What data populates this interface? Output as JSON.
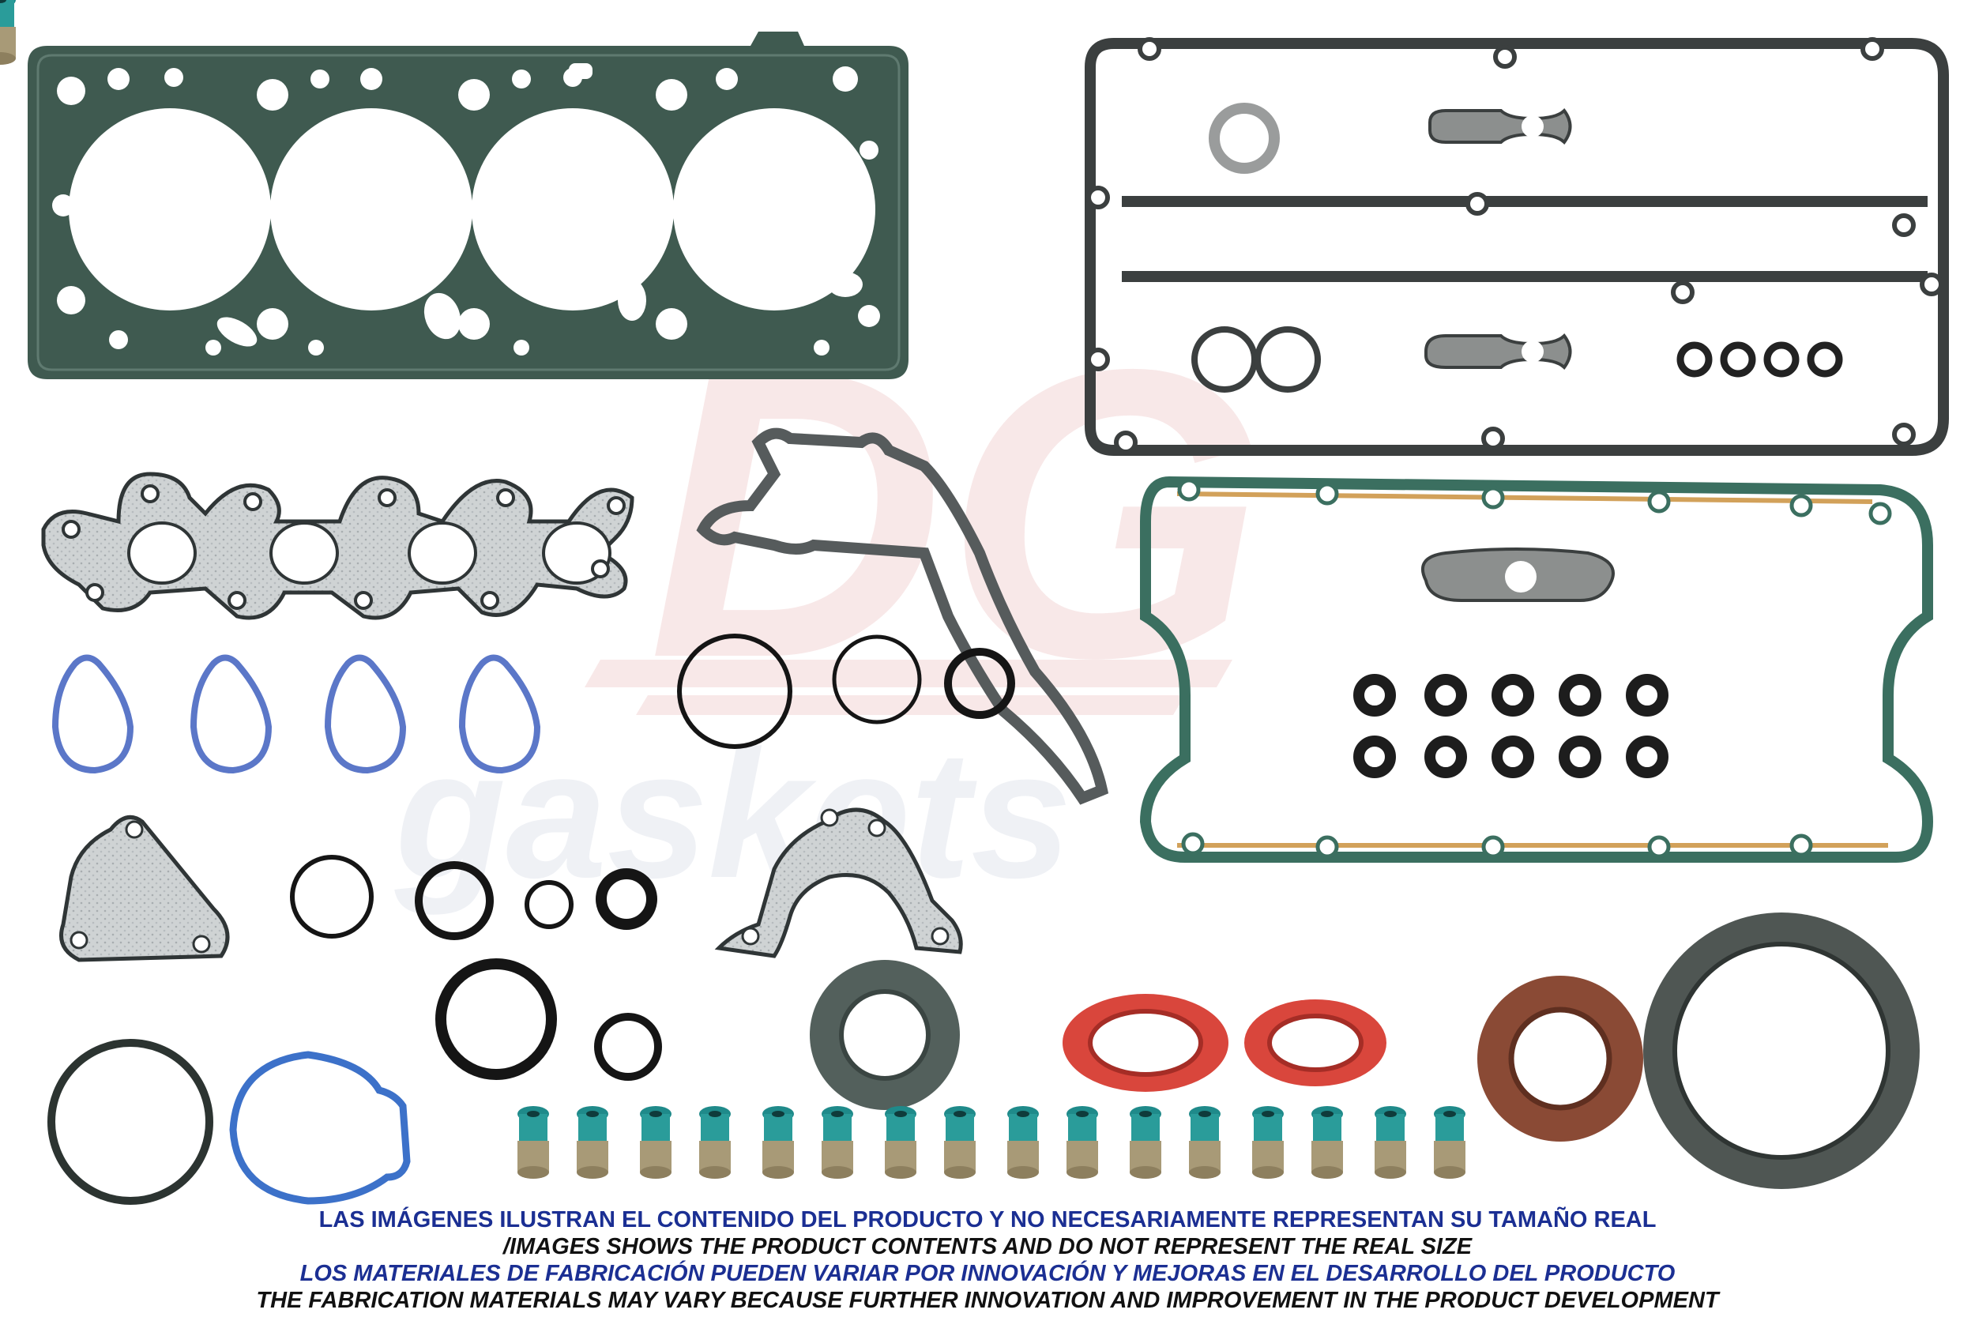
{
  "image": {
    "subject": "Engine full gasket set product photo",
    "background_color": "#ffffff",
    "gasket_color": "#3f5a50",
    "red_seal_color": "#d9463c",
    "blue_gasket_color": "#5b77c8",
    "valve_seal_color": "#1f8a8a"
  },
  "watermark": {
    "logo_text": "DG",
    "brand_text": "gaskets",
    "colors": [
      "#f2d3d3",
      "#d9dde6"
    ]
  },
  "disclaimer": {
    "line1": "LAS IMÁGENES ILUSTRAN EL CONTENIDO DEL PRODUCTO Y NO NECESARIAMENTE REPRESENTAN SU TAMAÑO REAL",
    "line2": "/IMAGES SHOWS THE PRODUCT CONTENTS AND DO NOT REPRESENT THE REAL SIZE",
    "line3": "LOS MATERIALES DE FABRICACIÓN PUEDEN VARIAR POR INNOVACIÓN Y MEJORAS EN EL DESARROLLO DEL PRODUCTO",
    "line4": "THE FABRICATION MATERIALS MAY VARY BECAUSE FURTHER INNOVATION AND IMPROVEMENT IN THE PRODUCT DEVELOPMENT"
  }
}
